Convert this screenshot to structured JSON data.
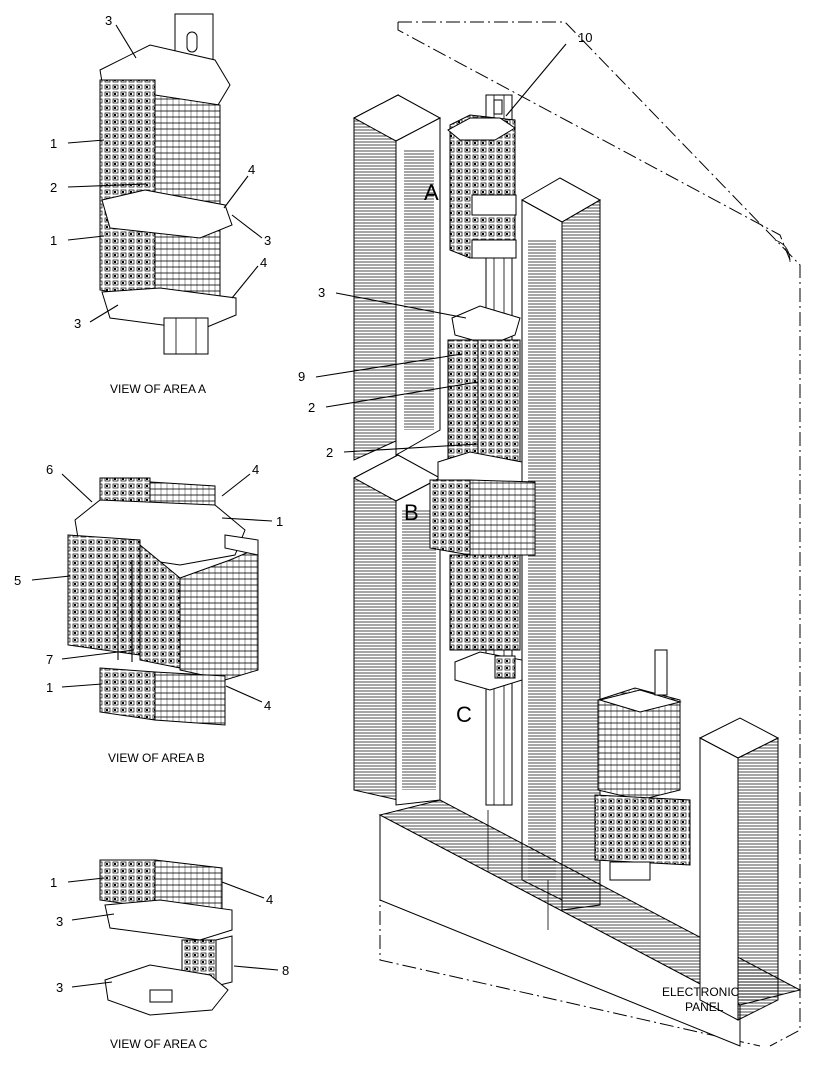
{
  "area_labels": {
    "a": "A",
    "b": "B",
    "c": "C"
  },
  "view_captions": {
    "a": "VIEW OF AREA  A",
    "b": "VIEW OF AREA  B",
    "c": "VIEW OF AREA  C"
  },
  "panel_label": {
    "line1": "ELECTRONIC",
    "line2": "PANEL"
  },
  "callouts": {
    "main": [
      "10",
      "3",
      "9",
      "2",
      "2"
    ],
    "view_a": [
      "3",
      "1",
      "2",
      "4",
      "1",
      "3",
      "4",
      "3"
    ],
    "view_b": [
      "6",
      "4",
      "1",
      "5",
      "7",
      "1",
      "4"
    ],
    "view_c": [
      "1",
      "4",
      "3",
      "8",
      "3"
    ]
  }
}
